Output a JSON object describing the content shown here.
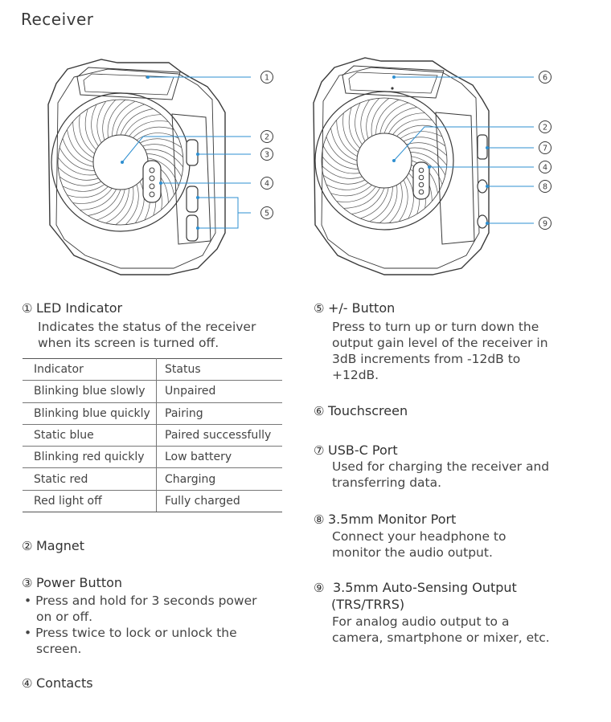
{
  "page_title": "Receiver",
  "callout_numbers": {
    "left": [
      "1",
      "2",
      "3",
      "4",
      "5"
    ],
    "right": [
      "6",
      "2",
      "7",
      "4",
      "8",
      "9"
    ]
  },
  "sections": {
    "led": {
      "num": "①",
      "title": "LED Indicator",
      "lines": [
        "Indicates the status of the receiver",
        "when its screen is turned off."
      ]
    },
    "magnet": {
      "num": "②",
      "title": "Magnet"
    },
    "power": {
      "num": "③",
      "title": "Power Button",
      "bullets": [
        [
          "Press and hold for 3 seconds power",
          "on or off."
        ],
        [
          "Press twice to lock or unlock the",
          "screen."
        ]
      ]
    },
    "contacts": {
      "num": "④",
      "title": "Contacts"
    },
    "plusminus": {
      "num": "⑤",
      "title": "+/- Button",
      "lines": [
        "Press to turn up or turn down the",
        "output gain level of the receiver in",
        "3dB increments from -12dB to",
        "+12dB."
      ]
    },
    "touchscreen": {
      "num": "⑥",
      "title": "Touchscreen"
    },
    "usbc": {
      "num": "⑦",
      "title": "USB-C Port",
      "lines": [
        "Used for charging the receiver and",
        "transferring data."
      ]
    },
    "monitor": {
      "num": "⑧",
      "title": "3.5mm Monitor Port",
      "lines": [
        "Connect your headphone to",
        "monitor the audio output."
      ]
    },
    "output": {
      "num": "⑨",
      "title": "3.5mm Auto-Sensing Output",
      "title2": "(TRS/TRRS)",
      "lines": [
        "For analog audio output to a",
        "camera, smartphone or mixer, etc."
      ]
    }
  },
  "indicator_table": {
    "headers": [
      "Indicator",
      "Status"
    ],
    "rows": [
      [
        "Blinking blue slowly",
        "Unpaired"
      ],
      [
        "Blinking blue quickly",
        "Pairing"
      ],
      [
        "Static blue",
        "Paired successfully"
      ],
      [
        "Blinking red quickly",
        "Low battery"
      ],
      [
        "Static red",
        "Charging"
      ],
      [
        "Red light off",
        "Fully charged"
      ]
    ]
  },
  "colors": {
    "callout_line": "#2e8fd0",
    "device_stroke": "#3a3a3a",
    "text": "#333333"
  }
}
